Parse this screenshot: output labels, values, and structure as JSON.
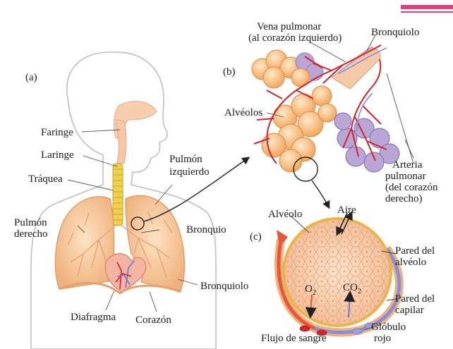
{
  "colors": {
    "accent": "#e0407a",
    "skin": "#f6d7bf",
    "skin_line": "#cfa48b",
    "lung": "#f4c295",
    "lung_edge": "#e39a62",
    "trachea": "#f0cf4e",
    "artery": "#d8222a",
    "vein": "#8a8ed8",
    "alveolus": "#f4b069",
    "arrow": "#222222"
  },
  "panels": {
    "a": "(a)",
    "b": "(b)",
    "c": "(c)"
  },
  "body_labels": {
    "faringe": "Faringe",
    "laringe": "Laringe",
    "traquea": "Tráquea",
    "pulmon_derecho_1": "Pulmón",
    "pulmon_derecho_2": "derecho",
    "pulmon_izquierdo_1": "Pulmón",
    "pulmon_izquierdo_2": "izquierdo",
    "bronquio": "Bronquio",
    "bronquiolo": "Bronquiolo",
    "diafragma": "Diafragma",
    "corazon": "Corazón"
  },
  "alveoli_labels": {
    "vena_1": "Vena pulmonar",
    "vena_2": "(al corazón izquierdo)",
    "bronquiolo": "Bronquiolo",
    "alveolos": "Alvéolos",
    "arteria_1": "Arteria",
    "arteria_2": "pulmonar",
    "arteria_3": "(del corazón",
    "arteria_4": "derecho)"
  },
  "exchange_labels": {
    "alveolo": "Alvéolo",
    "aire": "Aire",
    "pared_alveolo_1": "Pared del",
    "pared_alveolo_2": "alvéolo",
    "o2": "O",
    "co2": "CO",
    "pared_capilar_1": "Pared del",
    "pared_capilar_2": "capilar",
    "globulo_1": "Glóbulo",
    "globulo_2": "rojo",
    "flujo": "Flujo de sangre"
  }
}
